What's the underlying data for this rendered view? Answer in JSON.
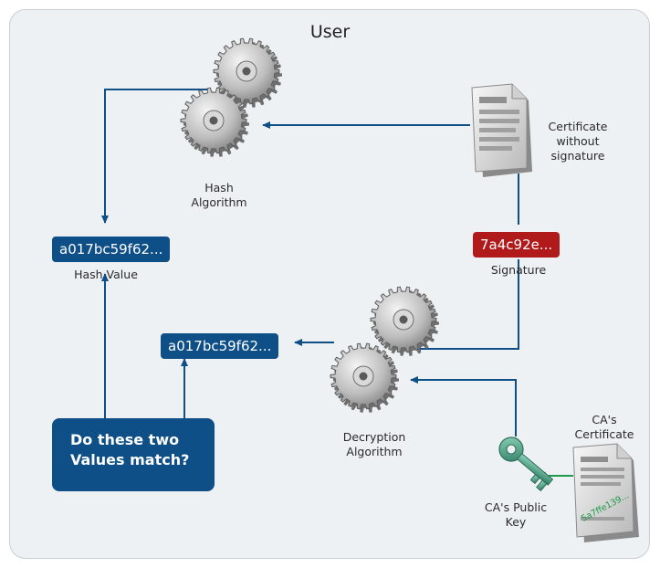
{
  "diagram": {
    "title": "User",
    "hash_algorithm_label": "Hash\nAlgorithm",
    "certificate_label": "Certificate\nwithout\nsignature",
    "hash_value_box": "a017bc59f62...",
    "hash_value_label": "Hash Value",
    "signature_box": "7a4c92e...",
    "signature_label": "Signature",
    "decrypted_value_box": "a017bc59f62...",
    "decryption_label": "Decryption\nAlgorithm",
    "question": "Do these two\nValues match?",
    "ca_certificate_label": "CA's\nCertificate",
    "ca_cert_text": "5a7ffe139...",
    "public_key_label": "CA's Public\nKey"
  },
  "colors": {
    "arrow": "#0d4f86",
    "key_arrow": "#1e9a4a",
    "box_blue": "#0d4f86",
    "box_red": "#b11a1a",
    "key": "#4a9b7f"
  },
  "icons": [
    "gear-icon",
    "document-icon",
    "key-icon",
    "certificate-icon"
  ]
}
